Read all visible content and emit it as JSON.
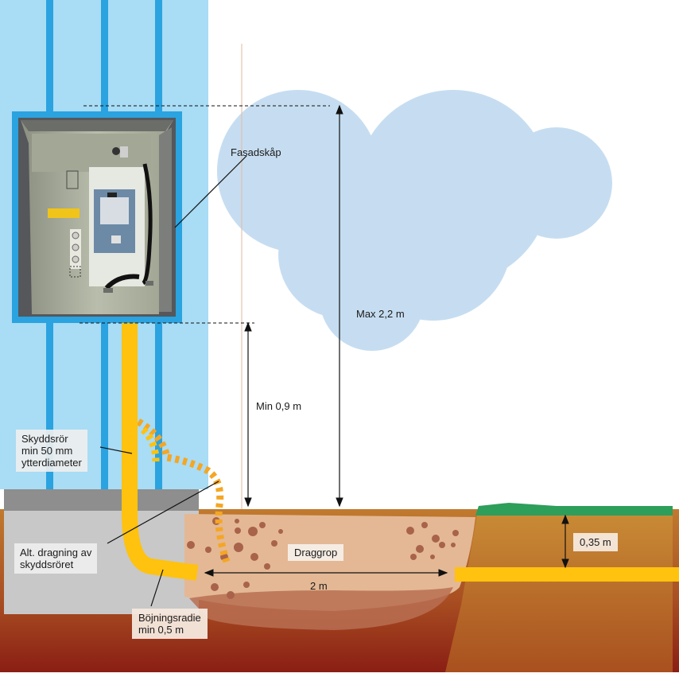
{
  "labels": {
    "fasadskap": "Fasadskåp",
    "max_height": "Max 2,2 m",
    "min_height": "Min 0,9 m",
    "skyddsror_line1": "Skyddsrör",
    "skyddsror_line2": "min 50 mm",
    "skyddsror_line3": "ytterdiameter",
    "alt_line1": "Alt. dragning av",
    "alt_line2": "skyddsröret",
    "draggrop": "Draggrop",
    "length": "2 m",
    "depth": "0,35 m",
    "bend_line1": "Böjningsradie",
    "bend_line2": "min 0,5 m"
  },
  "colors": {
    "wall": "#a9dcf5",
    "wall_stripe": "#2aa3e0",
    "cloud": "#c6ddf1",
    "pipe": "#ffc20e",
    "pipe_alt": "#f5a623",
    "soil": "#b96a28",
    "soil_dark": "#8a1414",
    "pit": "#e4b894",
    "grass": "#2e9e5b",
    "foundation": "#c8c8c8"
  }
}
